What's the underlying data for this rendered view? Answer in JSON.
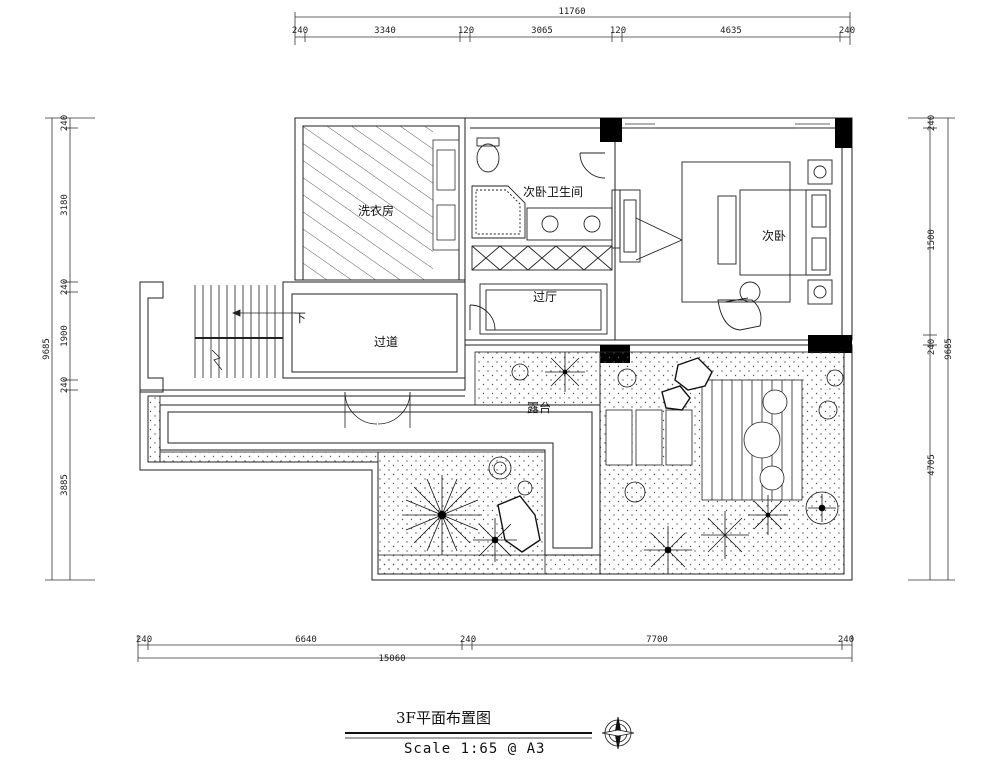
{
  "drawing": {
    "title": "3F平面布置图",
    "scale_text": "Scale  1:65  @ A3"
  },
  "rooms": {
    "laundry": "洗衣房",
    "bathroom": "次卧卫生间",
    "bedroom": "次卧",
    "hall": "过厅",
    "corridor": "过道",
    "terrace": "露台",
    "stair_down": "下"
  },
  "dimensions": {
    "top_total": "11760",
    "top": [
      "240",
      "3340",
      "120",
      "3065",
      "120",
      "4635",
      "240"
    ],
    "bottom_total": "15060",
    "bottom": [
      "240",
      "6640",
      "240",
      "7700",
      "240"
    ],
    "left_total": "9685",
    "left": [
      "240",
      "3180",
      "240",
      "1900",
      "240",
      "3885"
    ],
    "right_total": "9685",
    "right": [
      "240",
      "1500",
      "240",
      "4705"
    ]
  }
}
